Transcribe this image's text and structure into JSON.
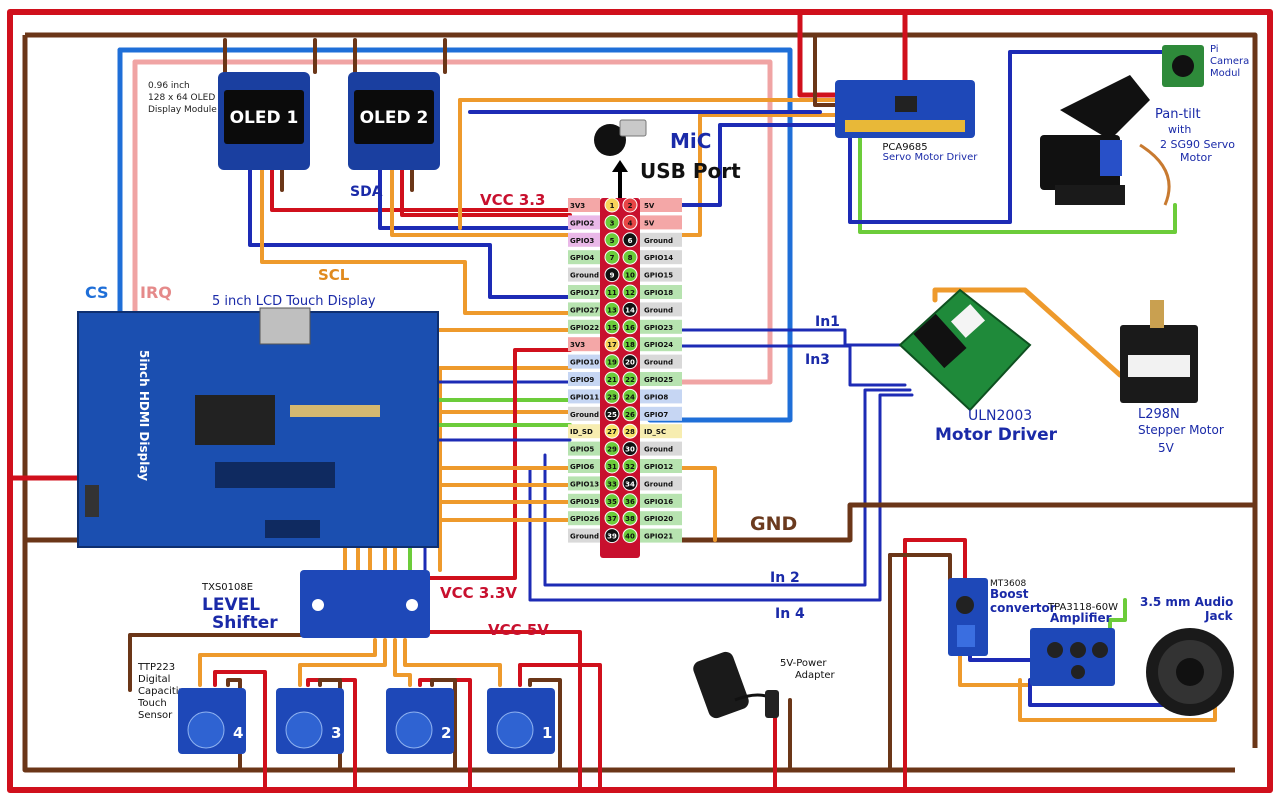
{
  "labels": {
    "oled_desc": [
      "0.96 inch",
      "128 x 64 OLED",
      "Display Module"
    ],
    "oled1": "OLED 1",
    "oled2": "OLED 2",
    "mic": "MiC",
    "usb": "USB Port",
    "vcc33_top": "VCC 3.3",
    "sda": "SDA",
    "scl": "SCL",
    "cs": "CS",
    "irq": "IRQ",
    "lcd_title": "5 inch LCD Touch Display",
    "lcd_board": "5inch HDMI Display",
    "servo_driver_chip": "PCA9685",
    "servo_driver": "Servo Motor Driver",
    "pi_camera": [
      "Pi",
      "Camera",
      "Modul"
    ],
    "pantilt": [
      "Pan-tilt",
      "with",
      "2 SG90 Servo",
      "Motor"
    ],
    "in1": "In1",
    "in3": "In3",
    "in2": "In 2",
    "in4": "In 4",
    "uln_chip": "ULN2003",
    "motor_driver": "Motor Driver",
    "stepper": [
      "L298N",
      "Stepper Motor",
      "5V"
    ],
    "gnd": "GND",
    "level_chip": "TXS0108E",
    "level_shifter": [
      "LEVEL",
      "Shifter"
    ],
    "vcc33_bottom": "VCC 3.3V",
    "vcc5": "VCC 5V",
    "touch_desc": [
      "TTP223",
      "Digital",
      "Capacitive",
      "Touch",
      "Sensor"
    ],
    "touch_nums": [
      "4",
      "3",
      "2",
      "1"
    ],
    "power_adapter": [
      "5V-Power",
      "Adapter"
    ],
    "boost_chip": "MT3608",
    "boost": [
      "Boost",
      "convertor"
    ],
    "amp_chip": "TPA3118-60W",
    "amp": "Amplifier",
    "audio_jack": [
      "3.5 mm Audio",
      "Jack"
    ]
  },
  "gpio": {
    "left": [
      {
        "pin": "1",
        "name": "3V3",
        "color": "#f4a7a7"
      },
      {
        "pin": "3",
        "name": "GPIO2",
        "color": "#e9b8e8"
      },
      {
        "pin": "5",
        "name": "GPIO3",
        "color": "#e9b8e8"
      },
      {
        "pin": "7",
        "name": "GPIO4",
        "color": "#b7e3b0"
      },
      {
        "pin": "9",
        "name": "Ground",
        "color": "#d9d9d9"
      },
      {
        "pin": "11",
        "name": "GPIO17",
        "color": "#b7e3b0"
      },
      {
        "pin": "13",
        "name": "GPIO27",
        "color": "#b7e3b0"
      },
      {
        "pin": "15",
        "name": "GPIO22",
        "color": "#b7e3b0"
      },
      {
        "pin": "17",
        "name": "3V3",
        "color": "#f4a7a7"
      },
      {
        "pin": "19",
        "name": "GPIO10",
        "color": "#c6d6f3"
      },
      {
        "pin": "21",
        "name": "GPIO9",
        "color": "#c6d6f3"
      },
      {
        "pin": "23",
        "name": "GPIO11",
        "color": "#c6d6f3"
      },
      {
        "pin": "25",
        "name": "Ground",
        "color": "#d9d9d9"
      },
      {
        "pin": "27",
        "name": "ID_SD",
        "color": "#f7edb0"
      },
      {
        "pin": "29",
        "name": "GPIO5",
        "color": "#b7e3b0"
      },
      {
        "pin": "31",
        "name": "GPIO6",
        "color": "#b7e3b0"
      },
      {
        "pin": "33",
        "name": "GPIO13",
        "color": "#b7e3b0"
      },
      {
        "pin": "35",
        "name": "GPIO19",
        "color": "#b7e3b0"
      },
      {
        "pin": "37",
        "name": "GPIO26",
        "color": "#b7e3b0"
      },
      {
        "pin": "39",
        "name": "Ground",
        "color": "#d9d9d9"
      }
    ],
    "right": [
      {
        "pin": "2",
        "name": "5V",
        "color": "#f4a7a7"
      },
      {
        "pin": "4",
        "name": "5V",
        "color": "#f4a7a7"
      },
      {
        "pin": "6",
        "name": "Ground",
        "color": "#d9d9d9"
      },
      {
        "pin": "8",
        "name": "GPIO14",
        "color": "#d9d9d9"
      },
      {
        "pin": "10",
        "name": "GPIO15",
        "color": "#d9d9d9"
      },
      {
        "pin": "12",
        "name": "GPIO18",
        "color": "#b7e3b0"
      },
      {
        "pin": "14",
        "name": "Ground",
        "color": "#d9d9d9"
      },
      {
        "pin": "16",
        "name": "GPIO23",
        "color": "#b7e3b0"
      },
      {
        "pin": "18",
        "name": "GPIO24",
        "color": "#b7e3b0"
      },
      {
        "pin": "20",
        "name": "Ground",
        "color": "#d9d9d9"
      },
      {
        "pin": "22",
        "name": "GPIO25",
        "color": "#b7e3b0"
      },
      {
        "pin": "24",
        "name": "GPIO8",
        "color": "#c6d6f3"
      },
      {
        "pin": "26",
        "name": "GPIO7",
        "color": "#c6d6f3"
      },
      {
        "pin": "28",
        "name": "ID_SC",
        "color": "#f7edb0"
      },
      {
        "pin": "30",
        "name": "Ground",
        "color": "#d9d9d9"
      },
      {
        "pin": "32",
        "name": "GPIO12",
        "color": "#b7e3b0"
      },
      {
        "pin": "34",
        "name": "Ground",
        "color": "#d9d9d9"
      },
      {
        "pin": "36",
        "name": "GPIO16",
        "color": "#b7e3b0"
      },
      {
        "pin": "38",
        "name": "GPIO20",
        "color": "#b7e3b0"
      },
      {
        "pin": "40",
        "name": "GPIO21",
        "color": "#b7e3b0"
      }
    ]
  },
  "colors": {
    "wire_red": "#d0101c",
    "wire_brown": "#6b3618",
    "wire_blue": "#1f6fd8",
    "wire_darkblue": "#1d2bb5",
    "wire_orange": "#ee9a2c",
    "wire_pink": "#f0a4a4",
    "wire_green": "#6ccc3a",
    "board_blue": "#1b4fb0"
  }
}
